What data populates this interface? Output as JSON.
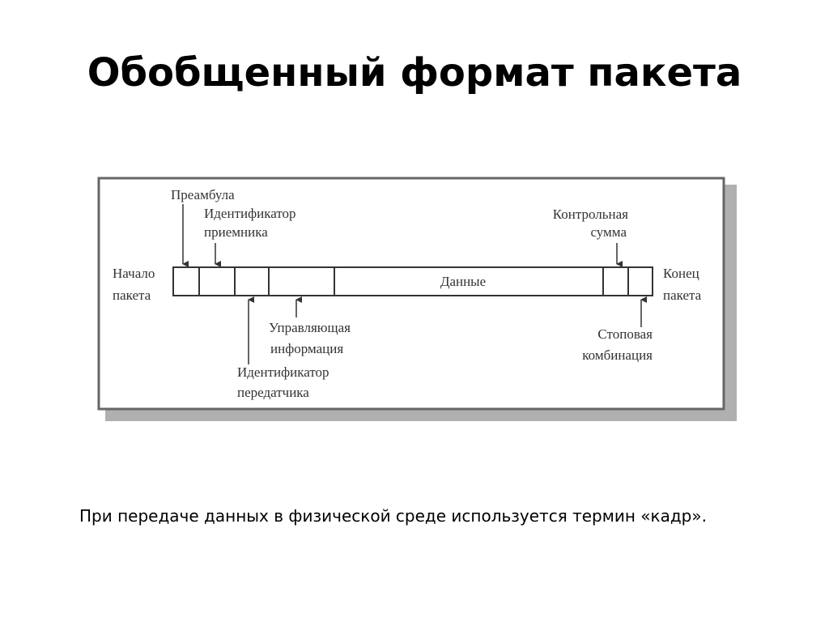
{
  "slide": {
    "title": "Обобщенный формат пакета",
    "caption": "При передаче данных в физической среде используется термин «кадр»."
  },
  "diagram": {
    "labels": {
      "preamble": "Преамбула",
      "receiver_id_1": "Идентификатор",
      "receiver_id_2": "приемника",
      "checksum_1": "Контрольная",
      "checksum_2": "сумма",
      "start_1": "Начало",
      "start_2": "пакета",
      "end_1": "Конец",
      "end_2": "пакета",
      "data": "Данные",
      "control_1": "Управляющая",
      "control_2": "информация",
      "sender_id_1": "Идентификатор",
      "sender_id_2": "передатчика",
      "stop_1": "Стоповая",
      "stop_2": "комбинация"
    },
    "colors": {
      "frame_border": "#666666",
      "shadow": "#b0b0b0",
      "line": "#333333"
    }
  }
}
